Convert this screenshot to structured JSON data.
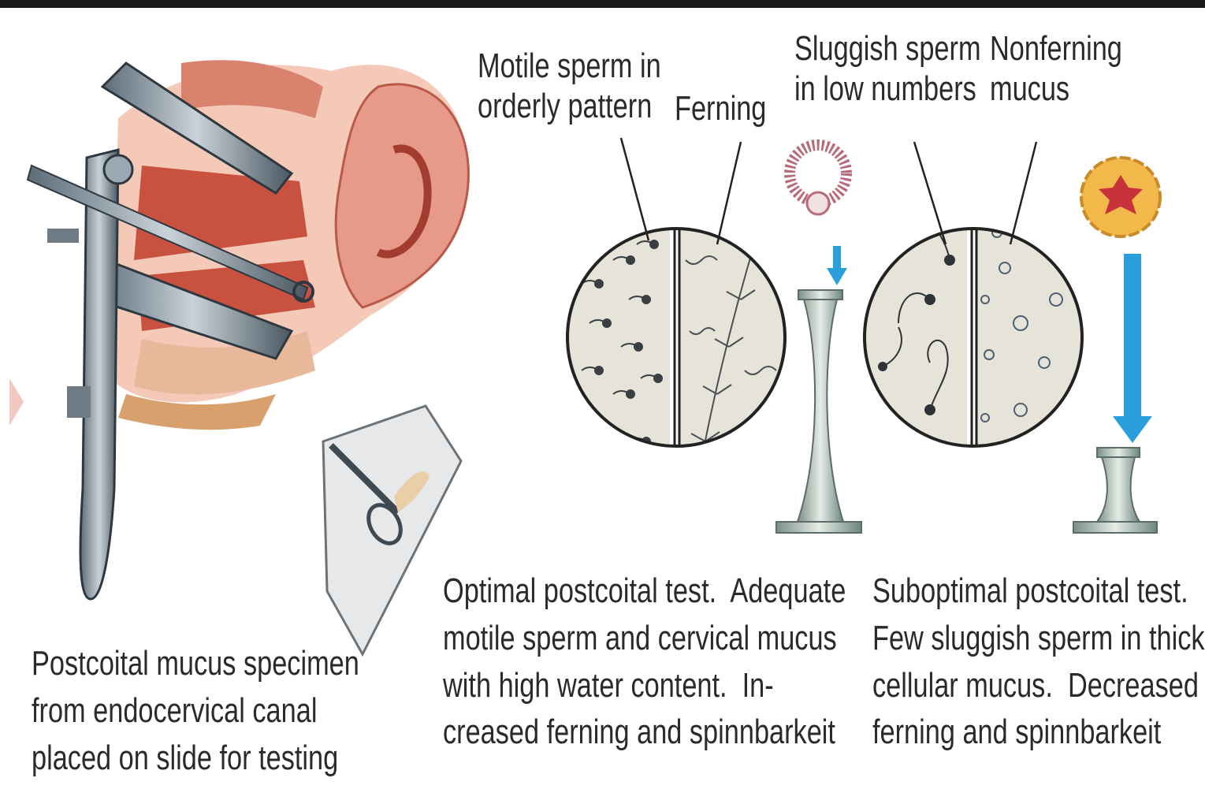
{
  "labels": {
    "motile_sperm": "Motile sperm in\norderly pattern",
    "ferning": "Ferning",
    "sluggish_sperm": "Sluggish sperm\nin low numbers",
    "nonferning": "Nonferning\nmucus"
  },
  "captions": {
    "specimen": "Postcoital mucus specimen\nfrom endocervical canal\nplaced on slide for testing",
    "optimal": "Optimal postcoital test.  Adequate\nmotile sperm and cervical mucus\nwith high water content.  In-\ncreased ferning and spinnbarkeit",
    "suboptimal": "Suboptimal postcoital test.\nFew sluggish sperm in thick,\ncellular mucus.  Decreased\nferning and spinnbarkeit"
  },
  "colors": {
    "arrow_blue": "#2a9fdc",
    "field_fill": "#e6e4d8",
    "tissue_pink": "#e89a8a",
    "tissue_red": "#c8523f"
  }
}
